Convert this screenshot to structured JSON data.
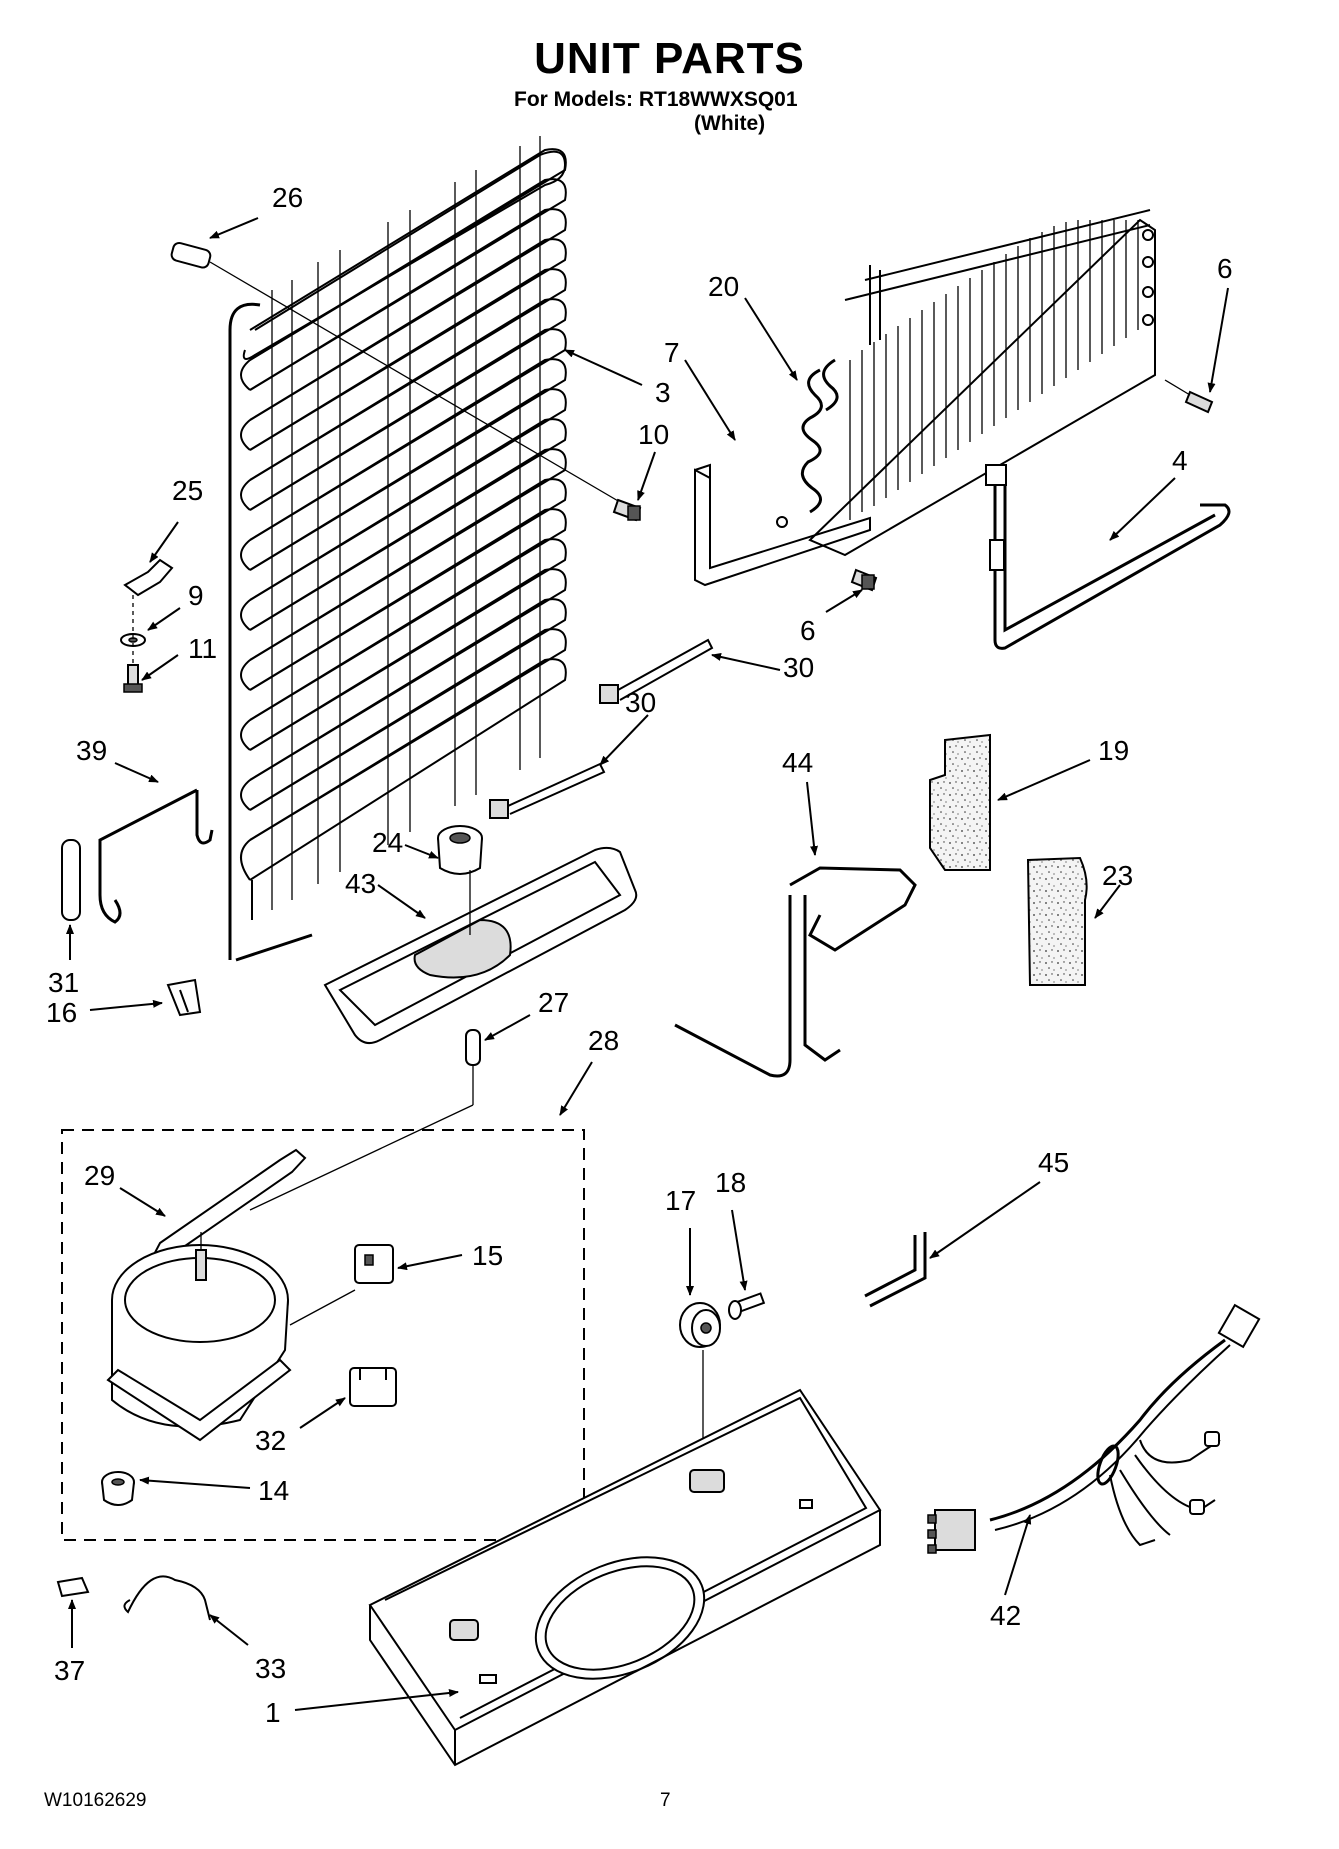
{
  "header": {
    "title": "UNIT PARTS",
    "models_line": "For Models: RT18WWXSQ01",
    "color_line": "(White)"
  },
  "footer": {
    "doc_code": "W10162629",
    "page_number": "7"
  },
  "callouts": {
    "c26": "26",
    "c20": "20",
    "c6a": "6",
    "c7": "7",
    "c3": "3",
    "c10": "10",
    "c25": "25",
    "c9": "9",
    "c11": "11",
    "c4": "4",
    "c6b": "6",
    "c30a": "30",
    "c30b": "30",
    "c39": "39",
    "c44": "44",
    "c19": "19",
    "c24": "24",
    "c43": "43",
    "c23": "23",
    "c31": "31",
    "c16": "16",
    "c27": "27",
    "c28": "28",
    "c29": "29",
    "c17": "17",
    "c18": "18",
    "c45": "45",
    "c15": "15",
    "c32": "32",
    "c14": "14",
    "c42": "42",
    "c37": "37",
    "c33": "33",
    "c1": "1"
  }
}
